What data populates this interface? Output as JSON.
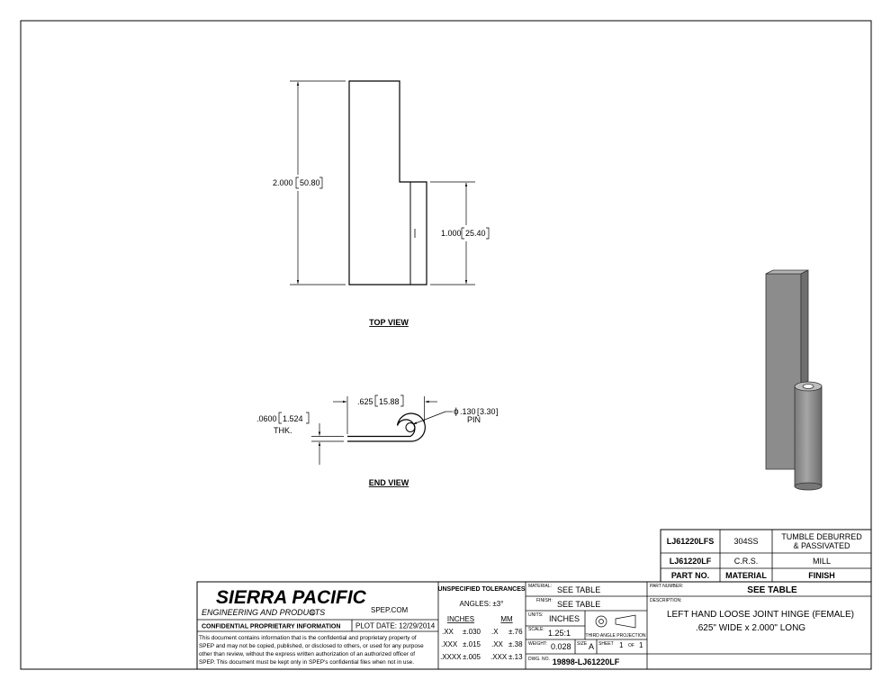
{
  "drawing": {
    "top_view": {
      "label": "TOP VIEW",
      "dim_length": "2.000",
      "dim_length_mm": "50.80",
      "dim_knuckle": "1.000",
      "dim_knuckle_mm": "25.40"
    },
    "end_view": {
      "label": "END VIEW",
      "dim_width": ".625",
      "dim_width_mm": "15.88",
      "dim_thickness": ".0600",
      "dim_thickness_mm": "1.524",
      "thk_label": "THK.",
      "pin_dia": ".130",
      "pin_dia_mm": "3.30",
      "pin_label": "PIN",
      "diameter_symbol": "ϕ"
    }
  },
  "part_table": {
    "rows": [
      {
        "part": "LJ61220LFS",
        "material": "304SS",
        "finish_line1": "TUMBLE DEBURRED",
        "finish_line2": "& PASSIVATED"
      },
      {
        "part": "LJ61220LF",
        "material": "C.R.S.",
        "finish_line1": "MILL",
        "finish_line2": ""
      }
    ],
    "headers": {
      "part": "PART NO.",
      "material": "MATERIAL",
      "finish": "FINISH"
    }
  },
  "title_block": {
    "company": "SIERRA PACIFIC",
    "subtitle": "ENGINEERING AND PRODUCTS",
    "reg_mark": "R",
    "website": "SPEP.COM",
    "confidential_title": "CONFIDENTIAL PROPRIETARY INFORMATION",
    "plot_date": "PLOT DATE: 12/29/2014",
    "confidential_lines": [
      "This document contains information that is the confidential and proprietary property of",
      "SPEP and may not be copied, published, or disclosed to others, or used for any purpose",
      "other than review, without the express written authorization of an authorized officer of",
      "SPEP. This document must be kept only in SPEP's confidential files when not in use."
    ],
    "tolerances": {
      "title": "UNSPECIFIED TOLERANCES",
      "angles": "ANGLES: ±3°",
      "inches_header": "INCHES",
      "mm_header": "MM",
      "rows": [
        {
          "in_fmt": ".XX",
          "in_tol": "±.030",
          "mm_fmt": ".X",
          "mm_tol": "±.76"
        },
        {
          "in_fmt": ".XXX",
          "in_tol": "±.015",
          "mm_fmt": ".XX",
          "mm_tol": "±.38"
        },
        {
          "in_fmt": ".XXXX",
          "in_tol": "±.005",
          "mm_fmt": ".XXX",
          "mm_tol": "±.13"
        }
      ]
    },
    "material_label": "MATERIAL:",
    "material_value": "SEE TABLE",
    "finish_label": "FINISH:",
    "finish_value": "SEE TABLE",
    "units_label": "UNITS:",
    "units_value": "INCHES",
    "projection_label": "THIRD ANGLE PROJECTION",
    "scale_label": "SCALE:",
    "scale_value": "1.25:1",
    "weight_label": "WEIGHT:",
    "weight_value": "0.028",
    "size_label": "SIZE",
    "size_value": "A",
    "sheet_label": "SHEET",
    "sheet_num": "1",
    "sheet_of": "OF",
    "sheet_total": "1",
    "dwg_label": "DWG. NO.",
    "dwg_value": "19898-LJ61220LF",
    "partnumber_label": "PART NUMBER:",
    "partnumber_value": "SEE TABLE",
    "description_label": "DESCRIPTION:",
    "description_line1": "LEFT HAND LOOSE JOINT HINGE (FEMALE)",
    "description_line2": ".625\" WIDE x 2.000\" LONG"
  },
  "colors": {
    "line": "#000000",
    "iso_face": "#8c8c8c",
    "iso_side": "#6e6e6e",
    "iso_top": "#b4b4b4"
  }
}
